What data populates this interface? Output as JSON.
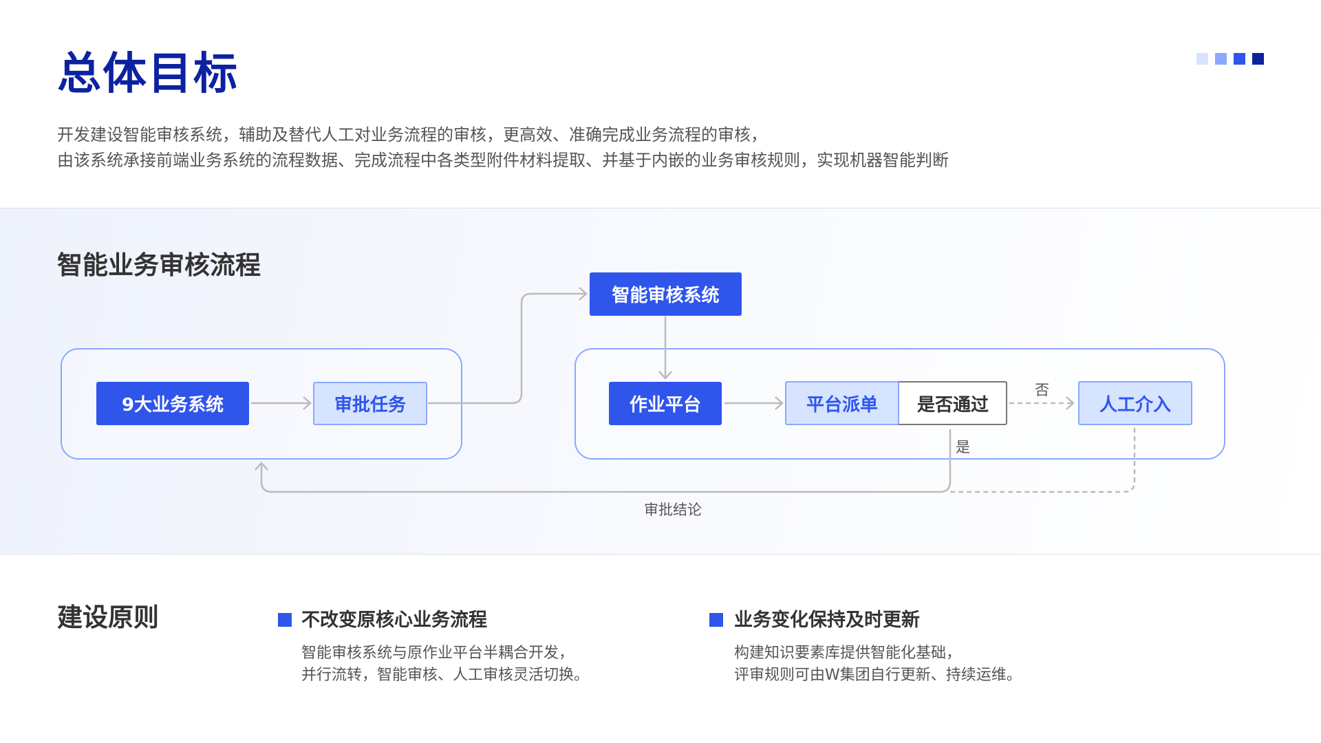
{
  "header": {
    "title": "总体目标",
    "decor_colors": [
      "#d6e4ff",
      "#8aa8ff",
      "#2f55eb",
      "#0d22a0"
    ],
    "intro_lines": [
      "开发建设智能审核系统，辅助及替代人工对业务流程的审核，更高效、准确完成业务流程的审核，",
      "由该系统承接前端业务系统的流程数据、完成流程中各类型附件材料提取、并基于内嵌的业务审核规则，实现机器智能判断"
    ]
  },
  "flow": {
    "title": "智能业务审核流程",
    "nodes": {
      "business_systems": "9大业务系统",
      "approval_task": "审批任务",
      "ai_review_system": "智能审核系统",
      "work_platform": "作业平台",
      "dispatch": "平台派单",
      "pass_check": "是否通过",
      "manual": "人工介入"
    },
    "labels": {
      "no": "否",
      "yes": "是",
      "conclusion": "审批结论"
    },
    "colors": {
      "primary": "#2f55eb",
      "light": "#d6e4ff",
      "border": "#8aa8ff",
      "connector": "#bbbbbb"
    }
  },
  "principles": {
    "title": "建设原则",
    "items": [
      {
        "heading": "不改变原核心业务流程",
        "lines": [
          "智能审核系统与原作业平台半耦合开发，",
          "并行流转，智能审核、人工审核灵活切换。"
        ]
      },
      {
        "heading": "业务变化保持及时更新",
        "lines": [
          "构建知识要素库提供智能化基础，",
          "评审规则可由W集团自行更新、持续运维。"
        ]
      }
    ]
  }
}
